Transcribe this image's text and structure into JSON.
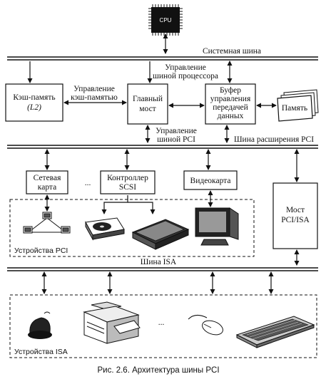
{
  "diagram": {
    "cpu": "CPU",
    "system_bus": "Системная шина",
    "cpu_bus_control": [
      "Управление",
      "шиной процессора"
    ],
    "cache": [
      "Кэш-память",
      "(L2)"
    ],
    "cache_control": [
      "Управление",
      "кэш-памятью"
    ],
    "main_bridge": [
      "Главный",
      "мост"
    ],
    "transfer_buffer": [
      "Буфер",
      "управления",
      "передачей",
      "данных"
    ],
    "memory": "Память",
    "pci_bus_control": [
      "Управление",
      "шиной PCI"
    ],
    "pci_expansion_bus": "Шина расширения PCI",
    "network_card": [
      "Сетевая",
      "карта"
    ],
    "ellipsis": "...",
    "scsi_controller": [
      "Контроллер",
      "SCSI"
    ],
    "video_card": "Видеокарта",
    "pci_isa_bridge": [
      "Мост",
      "PCI/ISA"
    ],
    "pci_devices": "Устройства PCI",
    "isa_bus": "Шина ISA",
    "isa_devices": "Устройства ISA",
    "caption": "Рис. 2.6. Архитектура шины PCI"
  }
}
